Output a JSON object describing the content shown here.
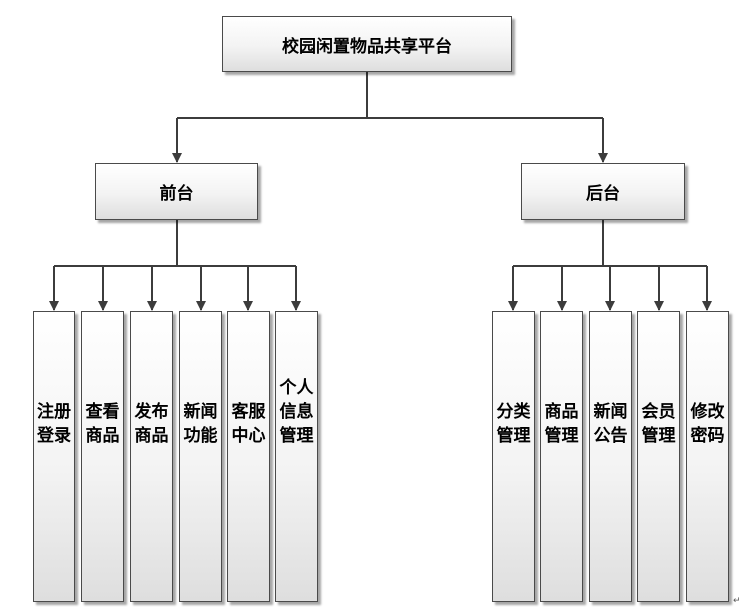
{
  "diagram": {
    "root": {
      "label": "校园闲置物品共享平台"
    },
    "branches": [
      {
        "label": "前台",
        "children": [
          "注册登录",
          "查看商品",
          "发布商品",
          "新闻功能",
          "客服中心",
          "个人信息管理"
        ]
      },
      {
        "label": "后台",
        "children": [
          "分类管理",
          "商品管理",
          "新闻公告",
          "会员管理",
          "修改密码"
        ]
      }
    ]
  }
}
